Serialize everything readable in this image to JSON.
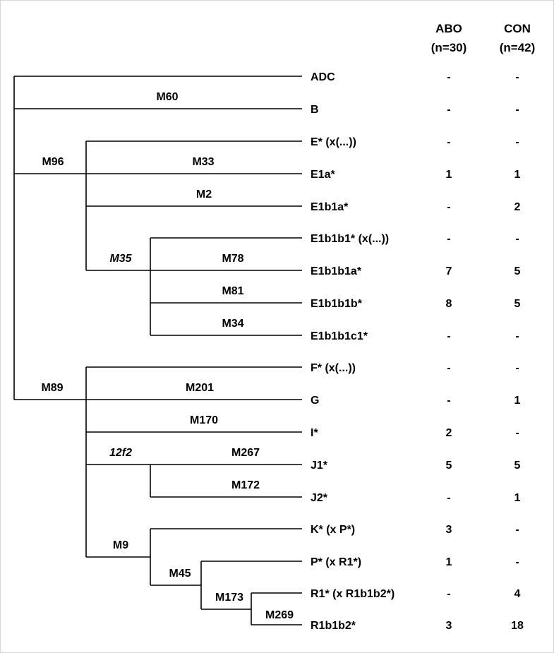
{
  "table_header": {
    "col1_title": "ABO",
    "col1_sub": "(n=30)",
    "col2_title": "CON",
    "col2_sub": "(n=42)"
  },
  "haplogroups": [
    {
      "id": "ADC",
      "label": "ADC",
      "abo": "-",
      "con": "-"
    },
    {
      "id": "B",
      "label": "B",
      "abo": "-",
      "con": "-"
    },
    {
      "id": "E-star",
      "label": "E* (x(...))",
      "abo": "-",
      "con": "-"
    },
    {
      "id": "E1a",
      "label": "E1a*",
      "abo": "1",
      "con": "1"
    },
    {
      "id": "E1b1a",
      "label": "E1b1a*",
      "abo": "-",
      "con": "2"
    },
    {
      "id": "E1b1b1",
      "label": "E1b1b1* (x(...))",
      "abo": "-",
      "con": "-"
    },
    {
      "id": "E1b1b1a",
      "label": "E1b1b1a*",
      "abo": "7",
      "con": "5"
    },
    {
      "id": "E1b1b1b",
      "label": "E1b1b1b*",
      "abo": "8",
      "con": "5"
    },
    {
      "id": "E1b1b1c1",
      "label": "E1b1b1c1*",
      "abo": "-",
      "con": "-"
    },
    {
      "id": "F-star",
      "label": "F* (x(...))",
      "abo": "-",
      "con": "-"
    },
    {
      "id": "G",
      "label": "G",
      "abo": "-",
      "con": "1"
    },
    {
      "id": "I",
      "label": "I*",
      "abo": "2",
      "con": "-"
    },
    {
      "id": "J1",
      "label": "J1*",
      "abo": "5",
      "con": "5"
    },
    {
      "id": "J2",
      "label": "J2*",
      "abo": "-",
      "con": "1"
    },
    {
      "id": "K",
      "label": "K* (x P*)",
      "abo": "3",
      "con": "-"
    },
    {
      "id": "P",
      "label": "P* (x R1*)",
      "abo": "1",
      "con": "-"
    },
    {
      "id": "R1",
      "label": "R1* (x R1b1b2*)",
      "abo": "-",
      "con": "4"
    },
    {
      "id": "R1b1b2",
      "label": "R1b1b2*",
      "abo": "3",
      "con": "18"
    }
  ],
  "markers": [
    {
      "id": "M60",
      "label": "M60",
      "italic": false
    },
    {
      "id": "M96",
      "label": "M96",
      "italic": false
    },
    {
      "id": "M33",
      "label": "M33",
      "italic": false
    },
    {
      "id": "M2",
      "label": "M2",
      "italic": false
    },
    {
      "id": "M35",
      "label": "M35",
      "italic": true
    },
    {
      "id": "M78",
      "label": "M78",
      "italic": false
    },
    {
      "id": "M81",
      "label": "M81",
      "italic": false
    },
    {
      "id": "M34",
      "label": "M34",
      "italic": false
    },
    {
      "id": "M89",
      "label": "M89",
      "italic": false
    },
    {
      "id": "M201",
      "label": "M201",
      "italic": false
    },
    {
      "id": "M170",
      "label": "M170",
      "italic": false
    },
    {
      "id": "12f2",
      "label": "12f2",
      "italic": true
    },
    {
      "id": "M267",
      "label": "M267",
      "italic": false
    },
    {
      "id": "M172",
      "label": "M172",
      "italic": false
    },
    {
      "id": "M9",
      "label": "M9",
      "italic": false
    },
    {
      "id": "M45",
      "label": "M45",
      "italic": false
    },
    {
      "id": "M173",
      "label": "M173",
      "italic": false
    },
    {
      "id": "M269",
      "label": "M269",
      "italic": false
    }
  ]
}
